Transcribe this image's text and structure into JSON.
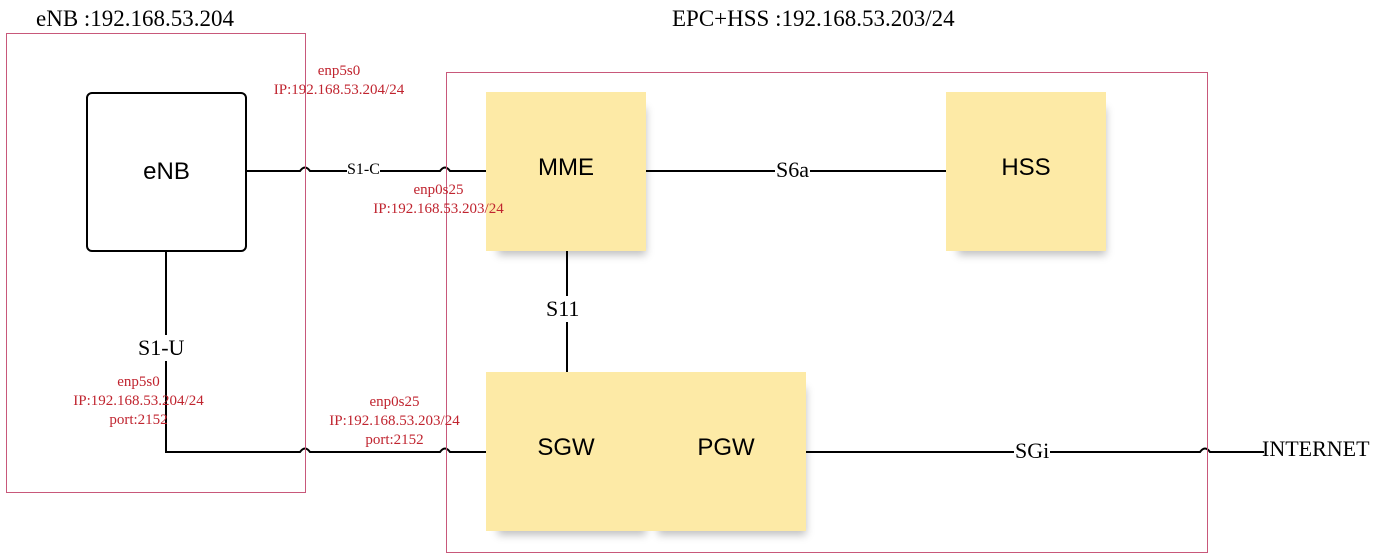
{
  "titles": {
    "enb_host": "eNB :192.168.53.204",
    "epc_host": "EPC+HSS :192.168.53.203/24"
  },
  "nodes": {
    "enb": "eNB",
    "mme": "MME",
    "hss": "HSS",
    "sgw": "SGW",
    "pgw": "PGW"
  },
  "interfaces": {
    "s1c": "S1-C",
    "s6a": "S6a",
    "s11": "S11",
    "s1u": "S1-U",
    "sgi": "SGi"
  },
  "internet": "INTERNET",
  "annotations": {
    "enb_control": {
      "iface": "enp5s0",
      "ip": "IP:192.168.53.204/24"
    },
    "epc_control": {
      "iface": "enp0s25",
      "ip": "IP:192.168.53.203/24"
    },
    "enb_user": {
      "iface": "enp5s0",
      "ip": "IP:192.168.53.204/24",
      "port": "port:2152"
    },
    "epc_user": {
      "iface": "enp0s25",
      "ip": "IP:192.168.53.203/24",
      "port": "port:2152"
    }
  },
  "colors": {
    "container_border": "#c8587a",
    "annotation_text": "#c0242f",
    "sticky_note": "#fdeaa6"
  }
}
